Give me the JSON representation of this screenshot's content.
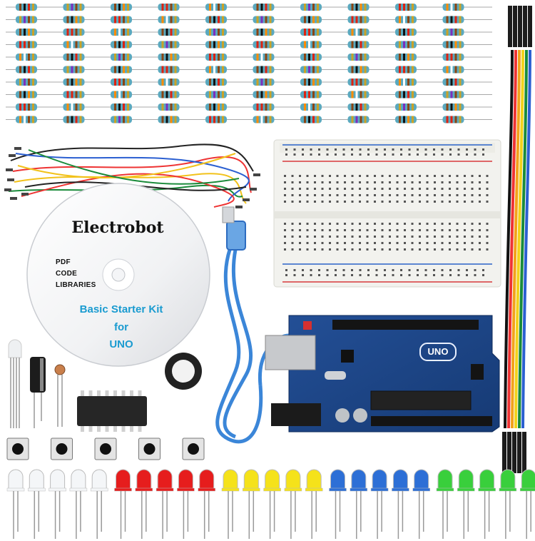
{
  "cd": {
    "brand": "Electrobot",
    "contents": [
      "PDF",
      "CODE",
      "LIBRARIES"
    ],
    "subtitle": "Basic Starter Kit",
    "for": "for",
    "board": "UNO"
  },
  "board_logo": "UNO",
  "components": {
    "resistor_rows": 10,
    "resistor_cols": 10,
    "push_buttons": 5,
    "led_groups": [
      {
        "name": "white",
        "count": 5,
        "color": "#f4f6f8"
      },
      {
        "name": "red",
        "count": 5,
        "color": "#e61d1d"
      },
      {
        "name": "yellow",
        "count": 5,
        "color": "#f5e21a"
      },
      {
        "name": "blue",
        "count": 5,
        "color": "#2d6fd6"
      },
      {
        "name": "green",
        "count": 5,
        "color": "#39cf3c"
      }
    ]
  },
  "colors": {
    "resistor_body": "#5aa9bf",
    "board": "#1f4b8f",
    "usb_cable": "#3b86d8",
    "breadboard": "#f2f2ee"
  }
}
